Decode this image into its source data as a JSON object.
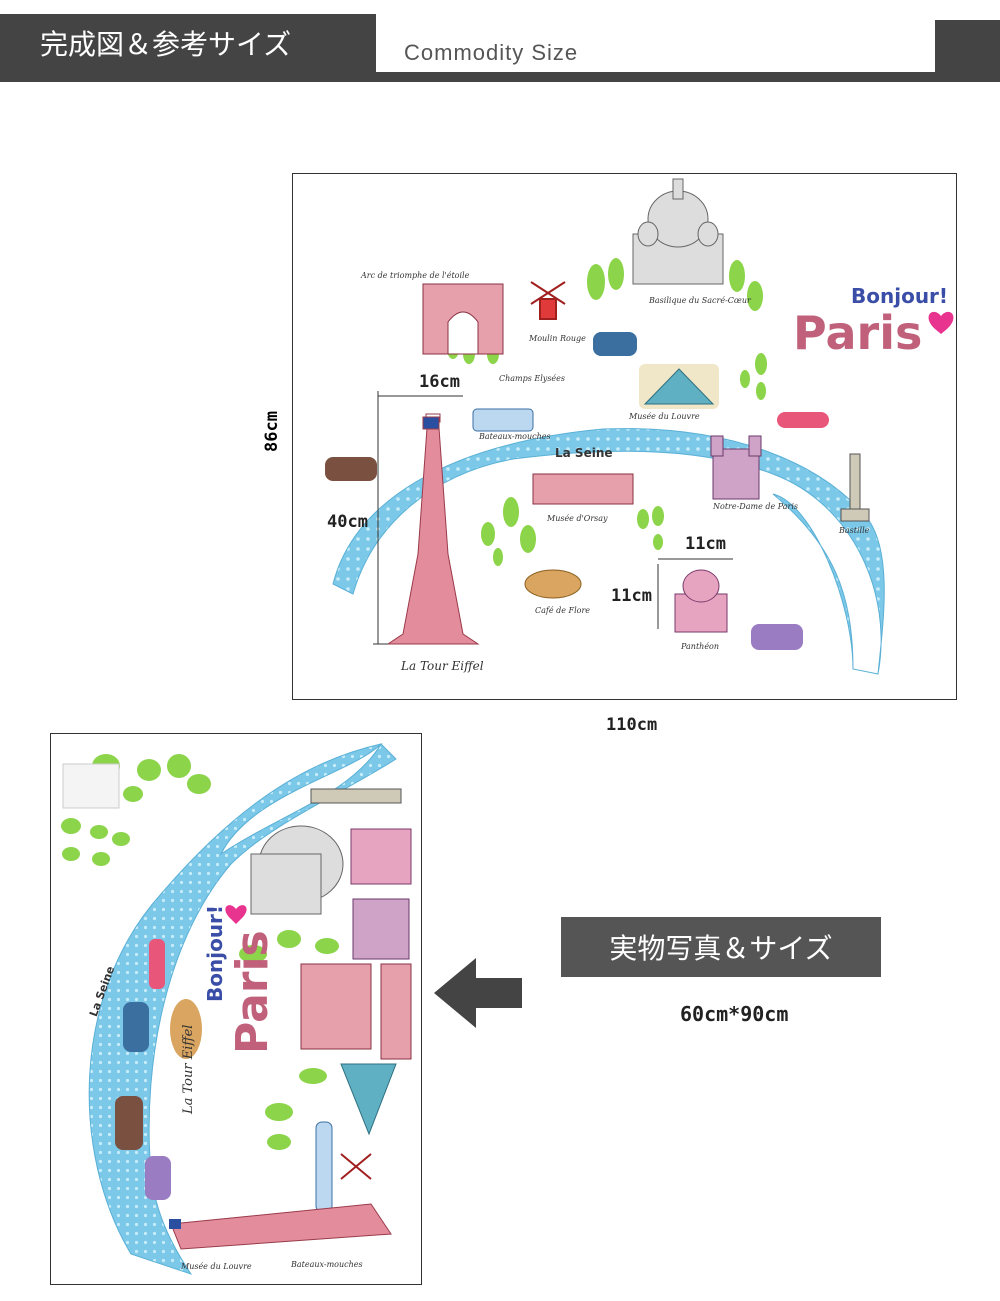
{
  "header": {
    "title": "完成図＆参考サイズ",
    "subtitle": "Commodity Size"
  },
  "diagram": {
    "width_label": "110cm",
    "height_label": "86cm",
    "arc_label": "16cm",
    "tower_label": "40cm",
    "pantheon_w_label": "11cm",
    "pantheon_h_label": "11cm"
  },
  "map_labels": {
    "arc": "Arc de triomphe de l'étoile",
    "moulin": "Moulin Rouge",
    "sacre_coeur": "Basilique du Sacré-Cœur",
    "champs": "Champs Elysées",
    "louvre": "Musée du Louvre",
    "seine": "La Seine",
    "bateaux": "Bateaux-mouches",
    "orsay": "Musée d'Orsay",
    "notre_dame": "Notre-Dame de Paris",
    "bastille": "Bastille",
    "cafe": "Café de Flore",
    "pantheon": "Panthéon",
    "eiffel": "La Tour Eiffel",
    "bonjour": "Bonjour!",
    "paris": "Paris"
  },
  "photo": {
    "banner": "実物写真＆サイズ",
    "size": "60cm*90cm"
  },
  "colors": {
    "header_bg": "#444444",
    "seine": "#7cc8e8",
    "tree": "#8cd44a",
    "eiffel": "#e07a8c",
    "paris_pink": "#c0607a"
  }
}
